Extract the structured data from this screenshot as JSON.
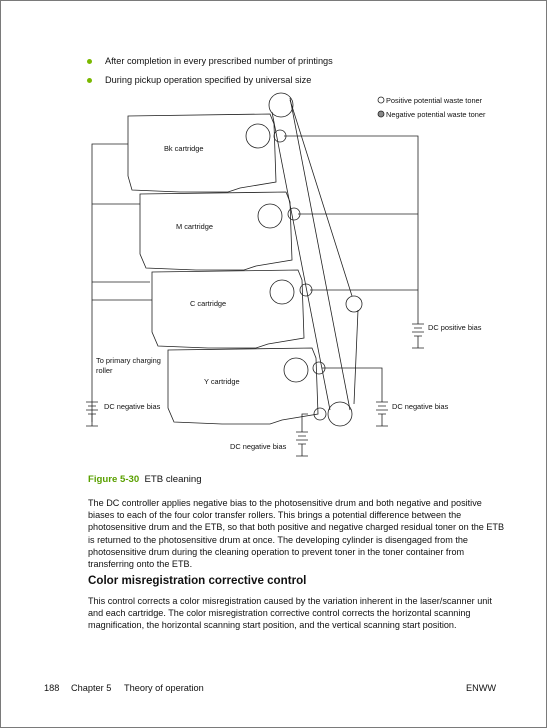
{
  "bullets": [
    "After completion in every prescribed number of printings",
    "During pickup operation specified by universal size"
  ],
  "figure": {
    "legend_positive": "Positive potential waste toner",
    "legend_negative": "Negative potential waste toner",
    "cartridges": [
      "Bk cartridge",
      "M cartridge",
      "C cartridge",
      "Y cartridge"
    ],
    "label_primary_charging_line1": "To primary charging",
    "label_primary_charging_line2": "roller",
    "bias_left": "DC negative bias",
    "bias_bottom": "DC negative bias",
    "bias_right_positive": "DC positive bias",
    "bias_right_negative": "DC negative bias",
    "caption_number": "Figure 5-30",
    "caption_title": "ETB cleaning"
  },
  "body_text": "The DC controller applies negative bias to the photosensitive drum and both negative and positive biases to each of the four color transfer rollers. This brings a potential difference between the photosensitive drum and the ETB, so that both positive and negative charged residual toner on the ETB is returned to the photosensitive drum at once. The developing cylinder is disengaged from the photosensitive drum during the cleaning operation to prevent toner in the toner container from transferring onto the ETB.",
  "section_heading": "Color misregistration corrective control",
  "section_text": "This control corrects a color misregistration caused by the variation inherent in the laser/scanner unit and each cartridge. The color misregistration corrective control corrects the horizontal scanning magnification, the horizontal scanning start position, and the vertical scanning start position.",
  "footer": {
    "page_number": "188",
    "chapter": "Chapter 5",
    "chapter_title": "Theory of operation",
    "right": "ENWW"
  }
}
